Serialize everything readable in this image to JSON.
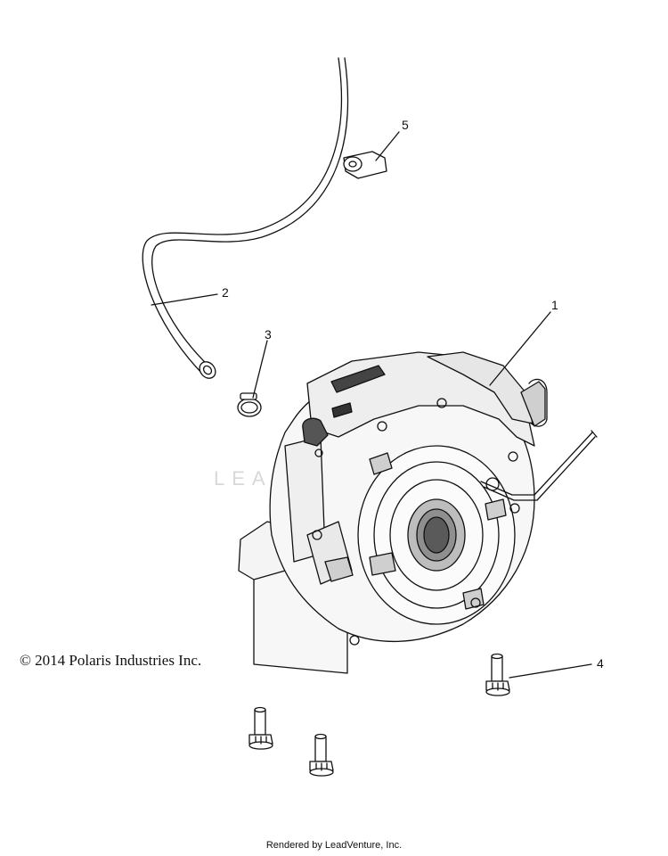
{
  "callouts": {
    "c1": "1",
    "c2": "2",
    "c3": "3",
    "c4": "4",
    "c5": "5"
  },
  "watermark": "LEADVENTURE",
  "copyright": "© 2014 Polaris Industries Inc.",
  "footer": "Rendered by LeadVenture, Inc.",
  "colors": {
    "line": "#111111",
    "housing": "#f7f7f7",
    "shade": "#c9c9c9",
    "dark": "#333333"
  }
}
